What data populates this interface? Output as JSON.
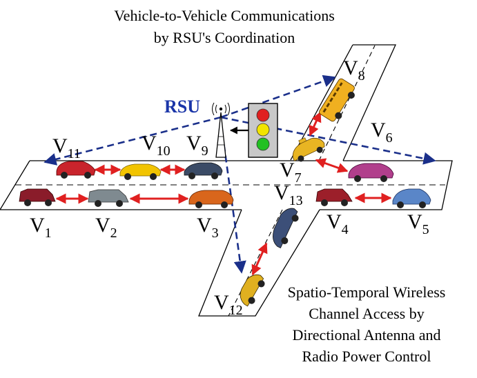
{
  "title": {
    "line1": "Vehicle-to-Vehicle Communications",
    "line2": "by RSU's Coordination"
  },
  "rsu_label": "RSU",
  "vehicles": [
    {
      "id": "v1",
      "letter": "V",
      "sub": "1",
      "color": "#8a1c2a"
    },
    {
      "id": "v2",
      "letter": "V",
      "sub": "2",
      "color": "#7f8a90"
    },
    {
      "id": "v3",
      "letter": "V",
      "sub": "3",
      "color": "#d9661c"
    },
    {
      "id": "v4",
      "letter": "V",
      "sub": "4",
      "color": "#9c1f2a"
    },
    {
      "id": "v5",
      "letter": "V",
      "sub": "5",
      "color": "#5a86c8"
    },
    {
      "id": "v6",
      "letter": "V",
      "sub": "6",
      "color": "#b13f8c"
    },
    {
      "id": "v7",
      "letter": "V",
      "sub": "7",
      "color": "#e8b523"
    },
    {
      "id": "v8",
      "letter": "V",
      "sub": "8",
      "color": "#f0b020"
    },
    {
      "id": "v9",
      "letter": "V",
      "sub": "9",
      "color": "#3b4b66"
    },
    {
      "id": "v10",
      "letter": "V",
      "sub": "10",
      "color": "#f2c400"
    },
    {
      "id": "v11",
      "letter": "V",
      "sub": "11",
      "color": "#c9242c"
    },
    {
      "id": "v12",
      "letter": "V",
      "sub": "12",
      "color": "#e0b020"
    },
    {
      "id": "v13",
      "letter": "V",
      "sub": "13",
      "color": "#3c4f78"
    }
  ],
  "traffic_light": {
    "colors": [
      "#e02020",
      "#f2e400",
      "#22c022"
    ]
  },
  "note": {
    "line1": "Spatio-Temporal Wireless",
    "line2": "Channel Access by",
    "line3": "Directional Antenna and",
    "line4": "Radio Power Control"
  },
  "colors": {
    "rsu_link": "#1a2f8a",
    "v2v_link": "#e02020",
    "road_edge": "#000000"
  }
}
